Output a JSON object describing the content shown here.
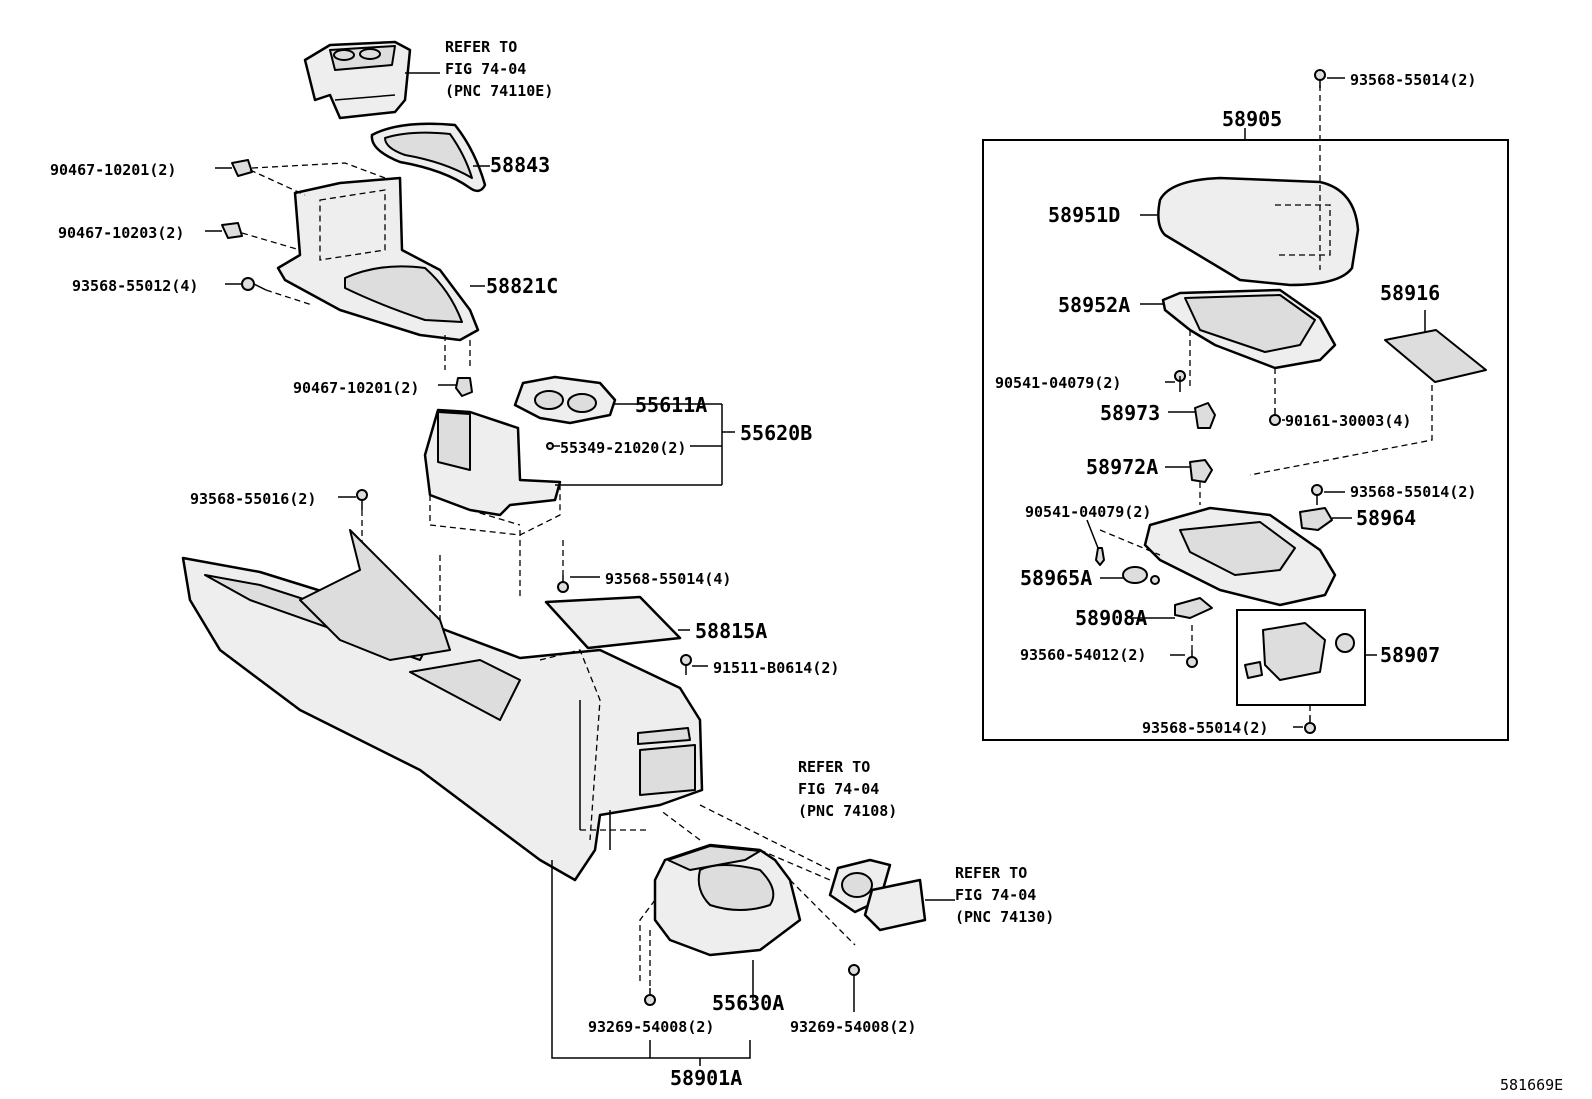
{
  "diagram": {
    "figure_code": "581669E",
    "refer_notes": [
      {
        "line1": "REFER TO",
        "line2": "FIG 74-04",
        "line3": "(PNC 74110E)"
      },
      {
        "line1": "REFER TO",
        "line2": "FIG 74-04",
        "line3": "(PNC 74108)"
      },
      {
        "line1": "REFER TO",
        "line2": "FIG 74-04",
        "line3": "(PNC 74130)"
      }
    ],
    "part_labels": [
      "58843",
      "90467-10201(2)",
      "90467-10203(2)",
      "93568-55012(4)",
      "58821C",
      "90467-10201(2)",
      "55611A",
      "55620B",
      "55349-21020(2)",
      "93568-55016(2)",
      "93568-55014(4)",
      "58815A",
      "91511-B0614(2)",
      "55630A",
      "93269-54008(2)",
      "93269-54008(2)",
      "58901A",
      "93568-55014(2)",
      "58905",
      "58951D",
      "58952A",
      "58916",
      "90541-04079(2)",
      "58973",
      "90161-30003(4)",
      "58972A",
      "93568-55014(2)",
      "90541-04079(2)",
      "58964",
      "58965A",
      "58908A",
      "93560-54012(2)",
      "58907",
      "93568-55014(2)"
    ]
  }
}
